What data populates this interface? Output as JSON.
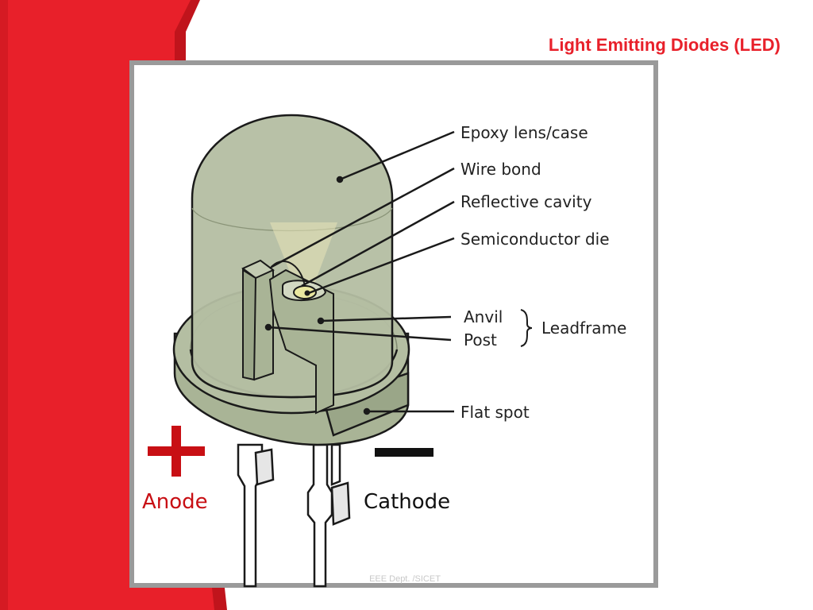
{
  "slide": {
    "title": "Light Emitting Diodes (LED)",
    "footer": "EEE Dept. /SICET"
  },
  "diagram": {
    "labels": {
      "epoxy": "Epoxy lens/case",
      "wire_bond": "Wire bond",
      "reflective_cavity": "Reflective cavity",
      "semiconductor_die": "Semiconductor die",
      "anvil": "Anvil",
      "post": "Post",
      "leadframe": "Leadframe",
      "flat_spot": "Flat spot",
      "anode": "Anode",
      "cathode": "Cathode"
    }
  },
  "colors": {
    "accent_red": "#e8202a",
    "dark_red": "#c0141c",
    "anode_red": "#c80f14",
    "epoxy_green": "#b4bea2",
    "outline": "#1a1a1a"
  }
}
